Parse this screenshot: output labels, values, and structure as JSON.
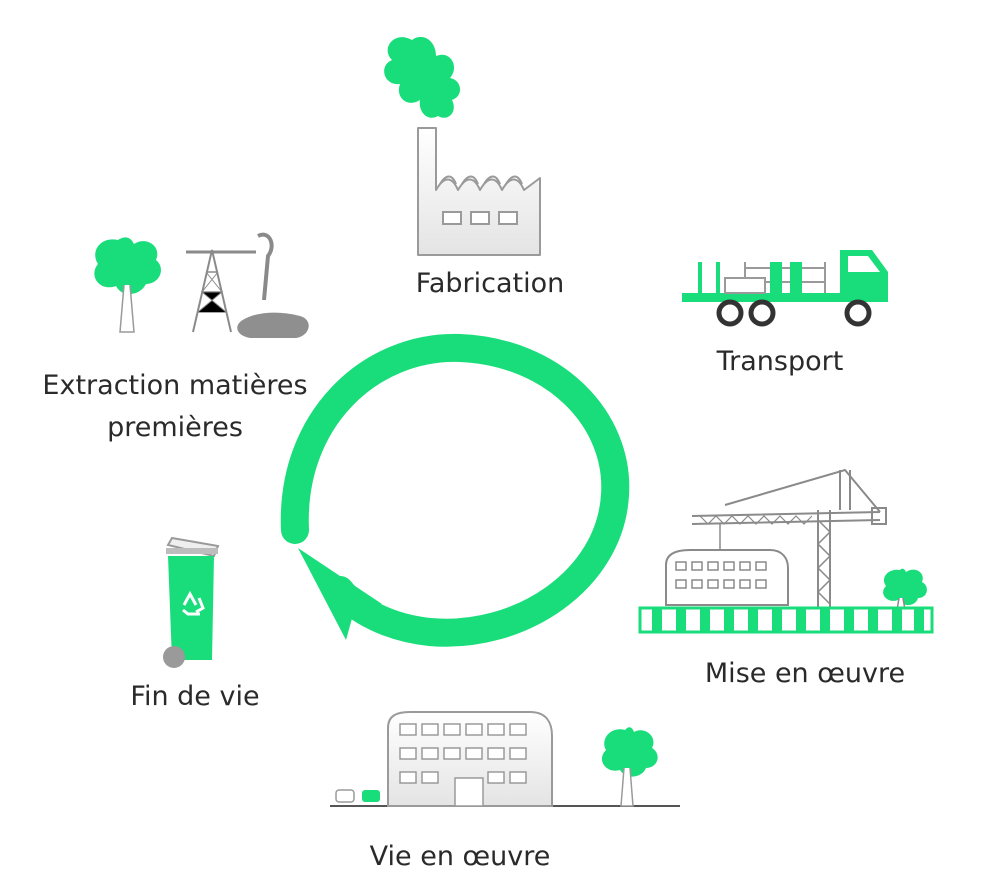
{
  "colors": {
    "accent": "#19DD7A",
    "outline": "#8A8A8A",
    "text": "#2A2A2A"
  },
  "stages": {
    "fabrication": "Fabrication",
    "transport": "Transport",
    "mise_en_oeuvre": "Mise en œuvre",
    "vie_en_oeuvre": "Vie en œuvre",
    "fin_de_vie": "Fin de vie",
    "extraction_line1": "Extraction matières",
    "extraction_line2": "premières"
  },
  "icons": {
    "fabrication": "factory-icon",
    "transport": "truck-icon",
    "mise_en_oeuvre": "construction-crane-icon",
    "vie_en_oeuvre": "office-building-icon",
    "fin_de_vie": "recycling-bin-icon",
    "extraction": "oil-pump-icon",
    "cycle": "cycle-arrow-icon"
  }
}
